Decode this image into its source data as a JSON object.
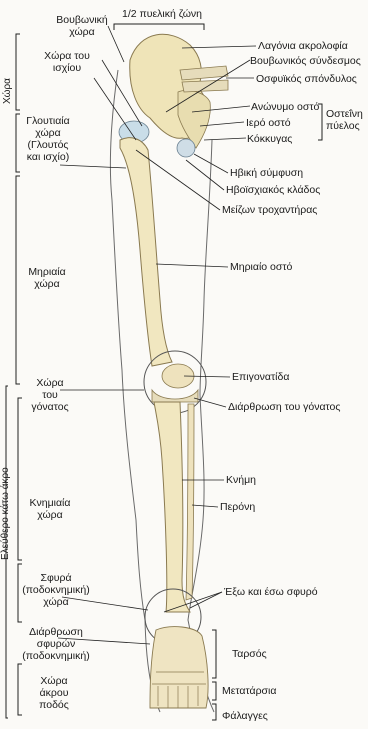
{
  "top": {
    "pelvic_girdle_half": "1/2 πυελική ζώνη"
  },
  "regions_left": {
    "inguinal_region": [
      "Βουβωνική",
      "χώρα"
    ],
    "hip_region": [
      "Χώρα του",
      "ισχίου"
    ],
    "gluteal_region": [
      "Γλουτιαία",
      "χώρα",
      "(Γλουτός",
      "και ισχίο)"
    ],
    "thigh_region": [
      "Μηριαία",
      "χώρα"
    ],
    "knee_region": [
      "Χώρα",
      "του",
      "γόνατος"
    ],
    "leg_region": [
      "Κνημιαία",
      "χώρα"
    ],
    "ankle_region": [
      "Σφυρά",
      "(ποδοκνημική)",
      "χώρα"
    ],
    "ankle_joint": [
      "Διάρθρωση",
      "σφυρών",
      "(ποδοκνημική)"
    ],
    "foot_region": [
      "Χώρα",
      "άκρου",
      "ποδός"
    ]
  },
  "vertical_labels": {
    "hip_zone": "Χώρα",
    "free_lower_limb": "Ελεύθερο κάτω άκρο"
  },
  "labels_right": {
    "iliac_crest": "Λαγόνια ακρολοφία",
    "inguinal_ligament": "Βουβωνικός σύνδεσμος",
    "lumbar_vertebra": "Οσφυϊκός σπόνδυλος",
    "innominate_bone": "Ανώνυμο οστό",
    "sacrum": "Ιερό οστό",
    "coccyx": "Κόκκυγας",
    "bony_pelvis": [
      "Οστεΐνη",
      "πύελος"
    ],
    "pubic_symphysis": "Ηβική σύμφυση",
    "ischiopubic_ramus": "Ηβοϊσχιακός κλάδος",
    "greater_trochanter": "Μείζων τροχαντήρας",
    "femur": "Μηριαίο οστό",
    "patella": "Επιγονατίδα",
    "knee_joint": "Διάρθρωση του γόνατος",
    "tibia": "Κνήμη",
    "fibula": "Περόνη",
    "malleoli": "Έξω και έσω σφυρό",
    "tarsus": "Ταρσός",
    "metatarsals": "Μετατάρσια",
    "phalanges": "Φάλαγγες"
  }
}
